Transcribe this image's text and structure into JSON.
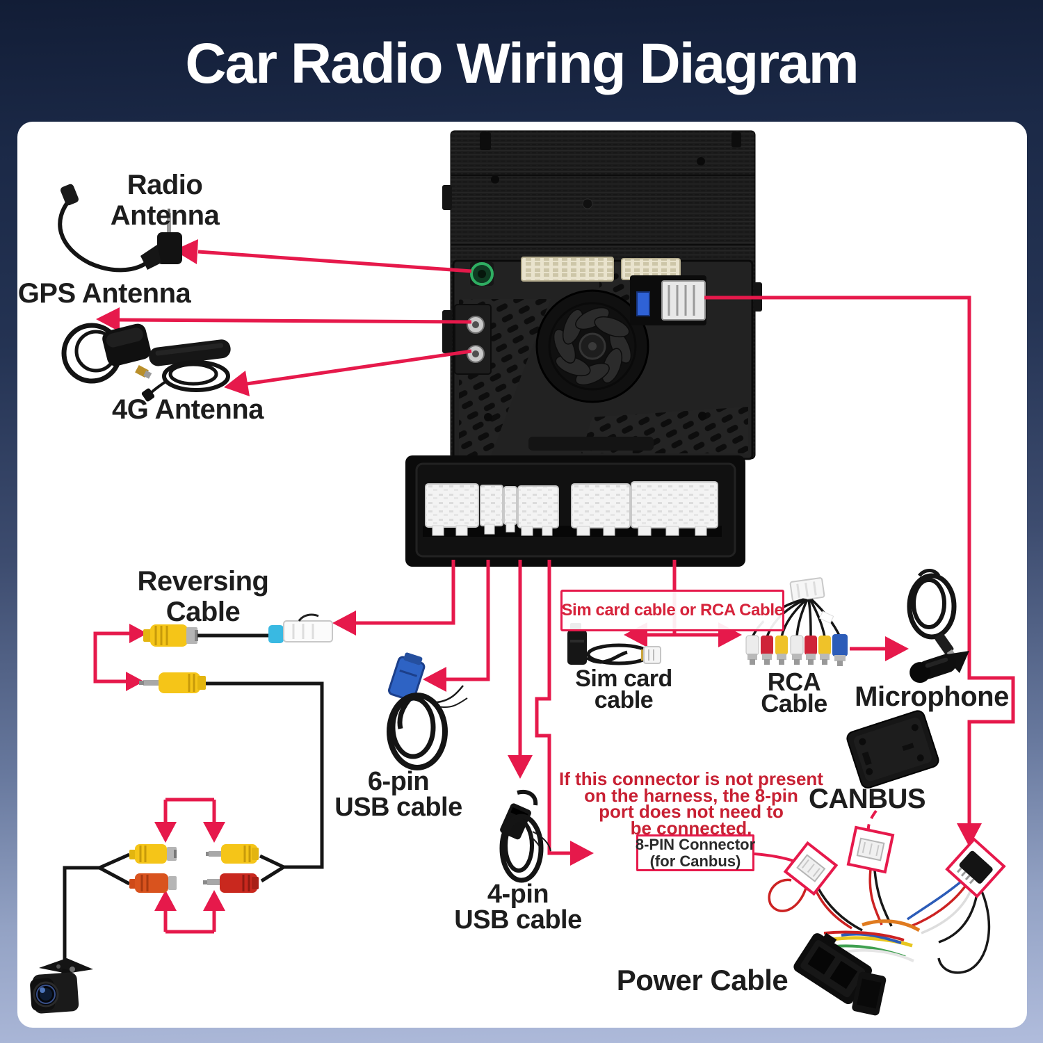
{
  "title": "Car Radio Wiring Diagram",
  "colors": {
    "background_top": "#121D36",
    "background_bottom": "#B0BCDC",
    "card": "#FFFFFF",
    "arrow_red": "#E6194B",
    "warning_red": "#C82033",
    "box_text_red": "#D6223A",
    "label_dark": "#1D1D1D",
    "title_white": "#FFFFFF"
  },
  "labels": {
    "radio_antenna": {
      "line1": "Radio",
      "line2": "Antenna"
    },
    "gps_antenna": "GPS Antenna",
    "antenna_4g": "4G Antenna",
    "reversing_cable": {
      "line1": "Reversing",
      "line2": "Cable"
    },
    "usb6": {
      "line1": "6-pin",
      "line2": "USB cable"
    },
    "usb4": {
      "line1": "4-pin",
      "line2": "USB cable"
    },
    "sim_or_rca_box": "Sim card cable or RCA Cable",
    "sim_card": {
      "line1": "Sim card",
      "line2": "cable"
    },
    "rca": {
      "line1": "RCA",
      "line2": "Cable"
    },
    "microphone": "Microphone",
    "canbus": "CANBUS",
    "warning": {
      "line1": "If this connector is not present",
      "line2": "on the harness, the 8-pin",
      "line3": "port does not need to",
      "line4": "be connected."
    },
    "pin8_box": {
      "line1": "8-PIN Connector",
      "line2": "(for Canbus)"
    },
    "power_cable": "Power Cable"
  }
}
